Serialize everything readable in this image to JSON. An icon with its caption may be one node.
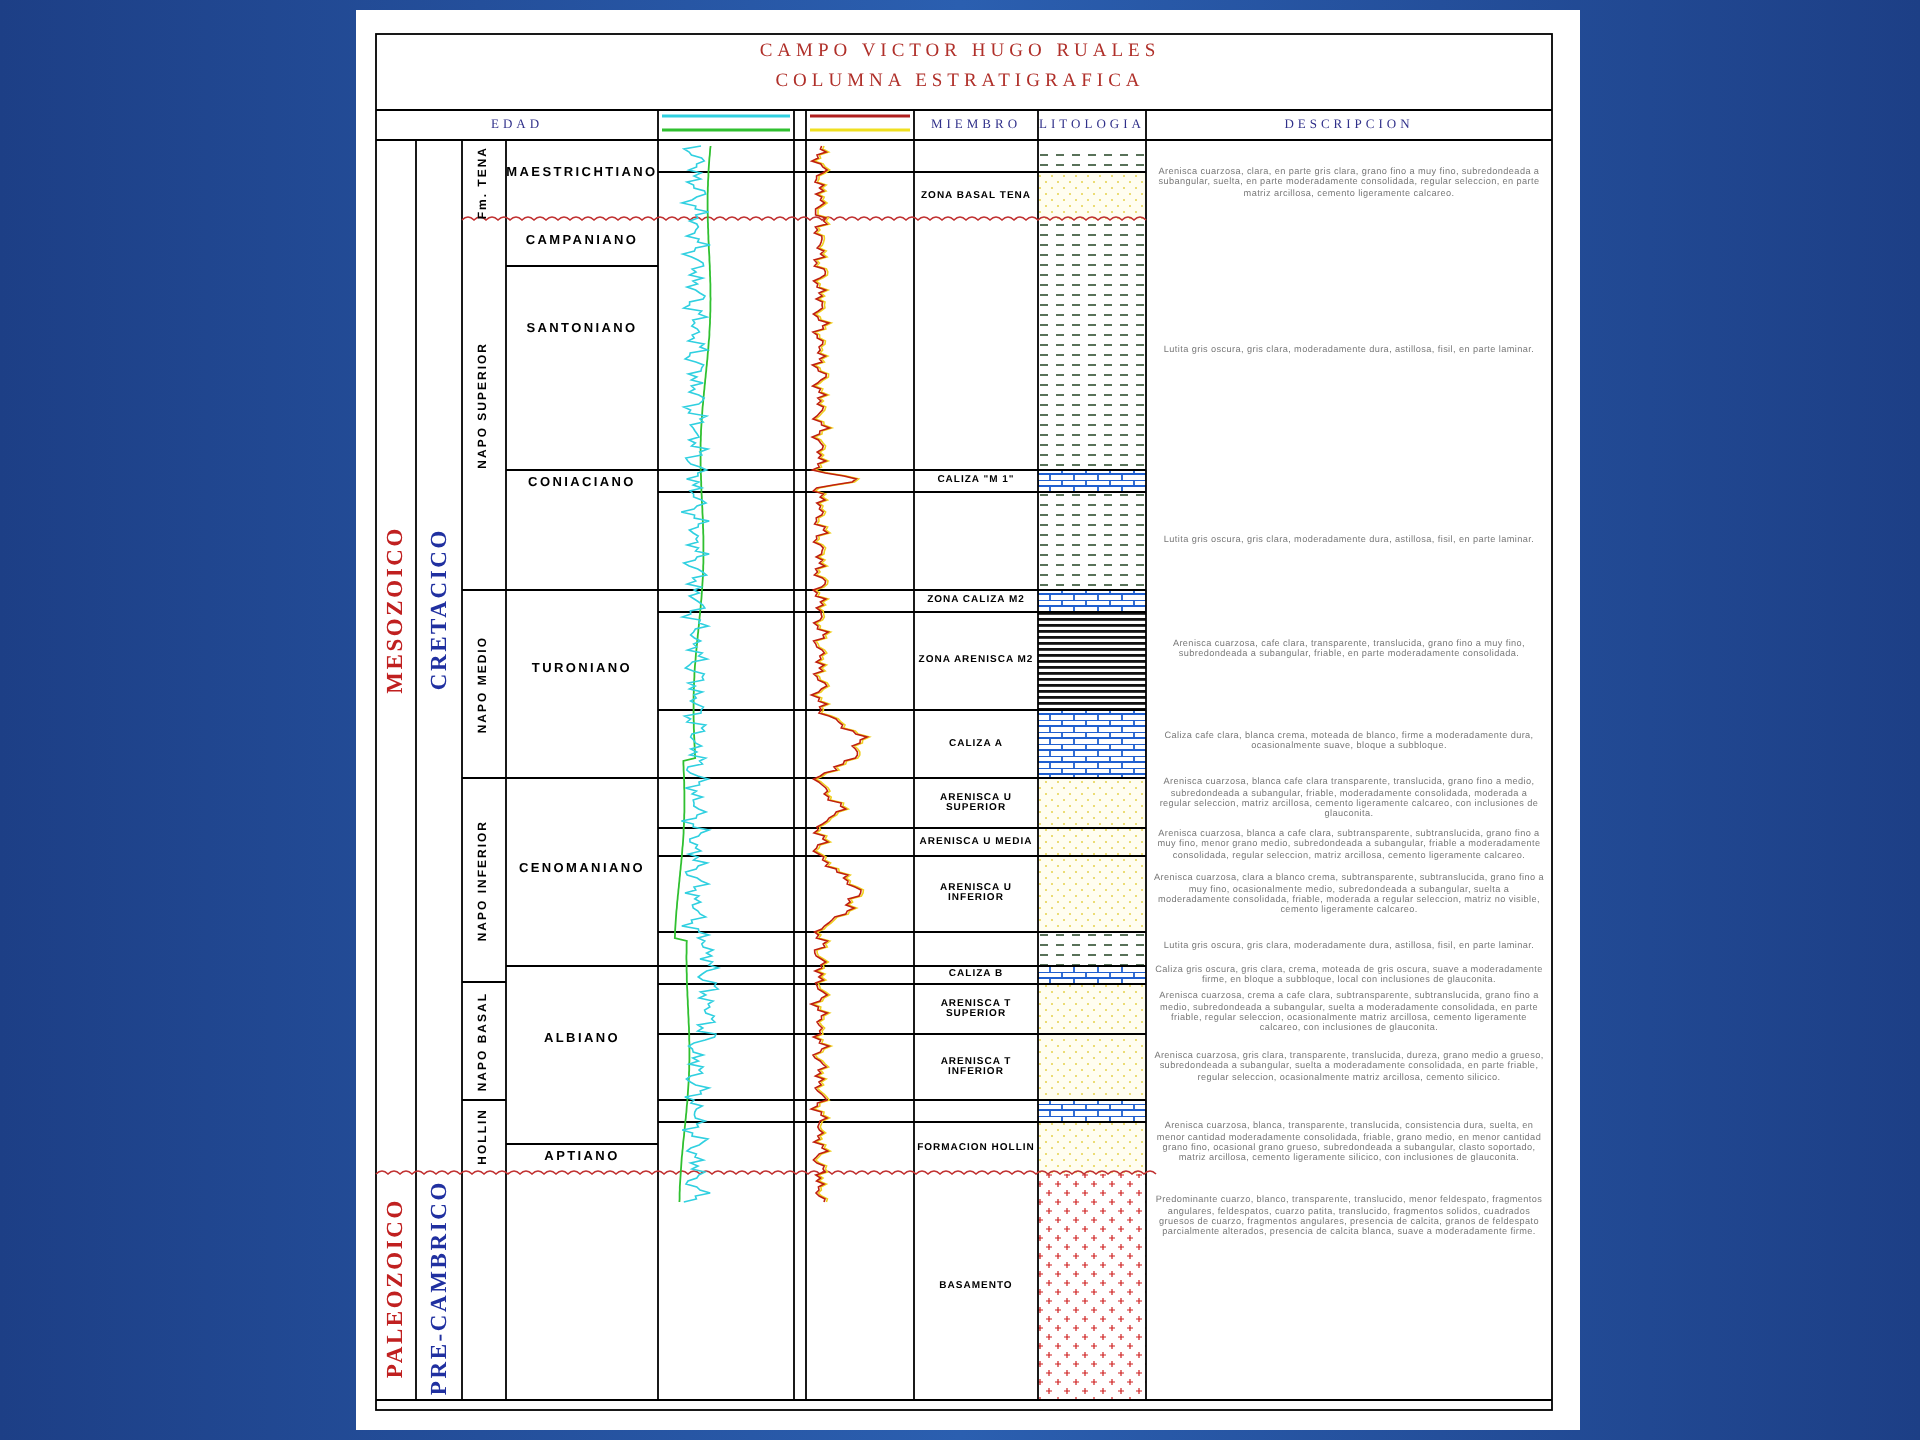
{
  "diagram": {
    "title": "CAMPO VICTOR HUGO RUALES",
    "labels": [
      "COLUMNA ESTRATIGRAFICA",
      "EDAD",
      "MIEMBRO",
      "LITOLOGIA",
      "DESCRIPCION",
      "MESOZOICO",
      "CRETACICO",
      "Fm. TENA",
      "MAESTRICHTIANO",
      "ZONA BASAL TENA",
      "Arenisca cuarzosa, clara, en parte gris clara, grano fino a muy fino, subredondeada a subangular, suelta, en parte moderadamente consolidada, regular seleccion, en parte matriz arcillosa, cemento ligeramente calcareo.",
      "NAPO SUPERIOR",
      "CAMPANIANO",
      "SANTONIANO",
      "Lutita gris oscura, gris clara, moderadamente dura, astillosa, fisil, en parte laminar.",
      "CONIACIANO",
      "CALIZA \"M 1\"",
      "Lutita gris oscura, gris clara, moderadamente dura, astillosa, fisil, en parte laminar.",
      "ZONA CALIZA M2",
      "NAPO MEDIO",
      "TURONIANO",
      "ZONA ARENISCA M2",
      "Arenisca cuarzosa, cafe clara, transparente, translucida, grano fino a muy fino, subredondeada a subangular, friable, en parte moderadamente consolidada.",
      "CALIZA A",
      "Caliza cafe clara, blanca crema, moteada de blanco, firme a moderadamente dura, ocasionalmente suave, bloque a subbloque.",
      "NAPO INFERIOR",
      "CENOMANIANO",
      "ARENISCA U SUPERIOR",
      "Arenisca cuarzosa, blanca cafe clara transparente, translucida, grano fino a medio, subredondeada a subangular, friable, moderadamente consolidada, moderada a regular seleccion, matriz arcillosa, cemento ligeramente calcareo, con inclusiones de glauconita.",
      "ARENISCA U MEDIA",
      "Arenisca cuarzosa, blanca a cafe clara, subtransparente, subtranslucida, grano fino a muy fino, menor grano medio, subredondeada a subangular, friable a moderadamente consolidada, regular seleccion, matriz arcillosa, cemento ligeramente calcareo.",
      "ARENISCA U INFERIOR",
      "Arenisca cuarzosa, clara a blanco crema, subtransparente, subtranslucida, grano fino a muy fino, ocasionalmente medio, subredondeada a subangular, suelta a moderadamente consolidada, friable, moderada a regular seleccion, matriz no visible, cemento ligeramente calcareo.",
      "Lutita gris oscura, gris clara, moderadamente dura, astillosa, fisil, en parte laminar.",
      "CALIZA B",
      "Caliza gris oscura, gris clara, crema, moteada de gris oscura, suave a moderadamente firme, en bloque a subbloque, local con inclusiones de glauconita.",
      "NAPO BASAL",
      "ALBIANO",
      "ARENISCA T SUPERIOR",
      "Arenisca cuarzosa, crema a cafe clara, subtransparente, subtranslucida, grano fino a medio, subredondeada a subangular, suelta a moderadamente consolidada, en parte friable, regular seleccion, ocasionalmente matriz arcillosa, cemento ligeramente calcareo, con inclusiones de glauconita.",
      "ARENISCA T INFERIOR",
      "Arenisca cuarzosa, gris clara, transparente, translucida, dureza, grano medio a grueso, subredondeada a subangular, suelta a moderadamente consolidada, en parte friable, regular seleccion, ocasionalmente matriz arcillosa, cemento silicico.",
      "HOLLIN",
      "FORMACION HOLLIN",
      "APTIANO",
      "Arenisca cuarzosa, blanca, transparente, translucida, consistencia dura, suelta, en menor cantidad moderadamente consolidada, friable, grano medio, en menor cantidad grano fino, ocasional grano grueso, subredondeada a subangular, clasto soportado, matriz arcillosa, cemento ligeramente silicico, con inclusiones de glauconita.",
      "PALEOZOICO",
      "PRE-CAMBRICO",
      "BASAMENTO",
      "Predominante cuarzo, blanco, transparente, translucido, menor feldespato, fragmentos angulares, feldespatos, cuarzo patita, translucido, fragmentos solidos, cuadrados gruesos de cuarzo, fragmentos angulares, presencia de calcita, granos de feldespato parcialmente alterados, presencia de calcita blanca, suave a moderadamente firme."
    ]
  }
}
